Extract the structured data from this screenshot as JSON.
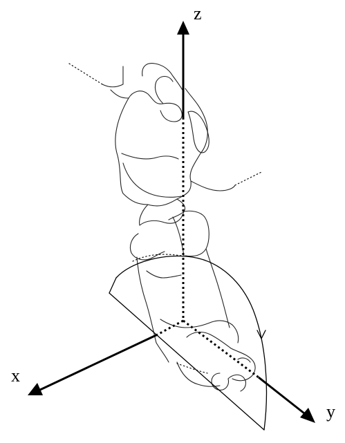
{
  "diagram": {
    "axes": {
      "x_label": "x",
      "y_label": "y",
      "z_label": "z"
    },
    "colors": {
      "ink": "#000000",
      "background": "#ffffff"
    }
  }
}
